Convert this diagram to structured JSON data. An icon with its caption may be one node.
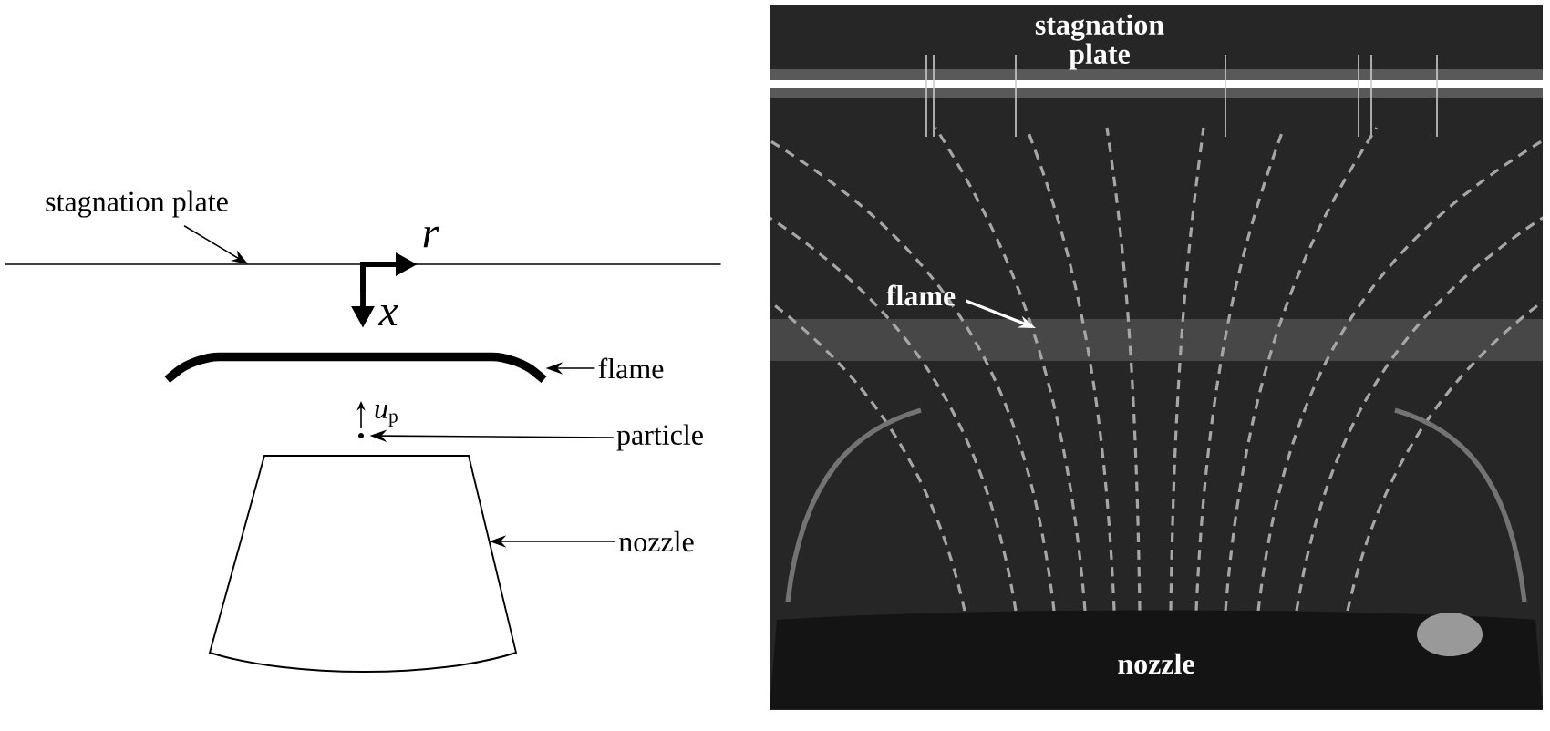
{
  "diagram": {
    "nodes": [
      {
        "text": [
          "stagnation plate"
        ]
      },
      {
        "text": [],
        "shape": "line"
      },
      {
        "text": [
          "flame"
        ]
      },
      {
        "text": [],
        "shape": "arc"
      },
      {
        "text": [
          "particle"
        ]
      },
      {
        "text": [],
        "shape": "circle"
      },
      {
        "text": [
          "nozzle"
        ]
      },
      {
        "text": [],
        "shape": "trapezoid"
      },
      {
        "text": [],
        "shape": "picture"
      },
      {
        "text": [
          "flame"
        ],
        "in": 8
      }
    ],
    "edges": [
      {
        "from": 0,
        "to": 1,
        "arrow": "to"
      },
      {
        "from": 2,
        "to": 3,
        "arrow": "to"
      },
      {
        "from": 4,
        "to": 5,
        "arrow": "to"
      },
      {
        "from": 6,
        "to": 7,
        "arrow": "to"
      },
      {
        "from": 9,
        "to": null,
        "arrow": "to",
        "color": "#ffffff"
      }
    ],
    "labels": [
      "r",
      "x",
      "*u*$_{p}$",
      "stagnation plate",
      "nozzle"
    ]
  }
}
